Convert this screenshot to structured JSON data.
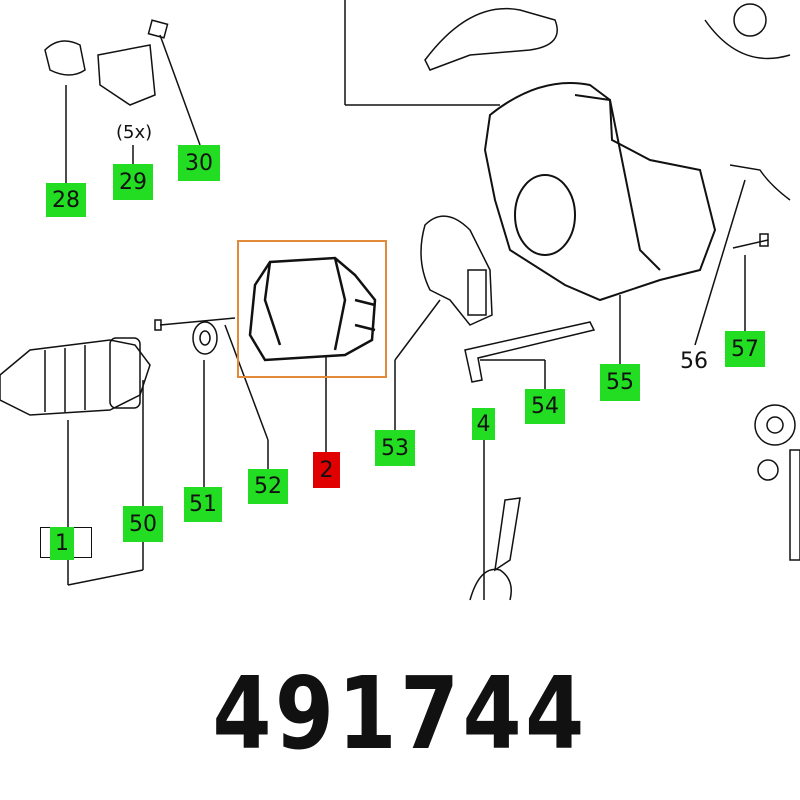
{
  "part_number": "491744",
  "labels": {
    "l28": "28",
    "l29": "29",
    "l29_qty": "(5x)",
    "l30": "30",
    "l1": "1",
    "l50": "50",
    "l51": "51",
    "l52": "52",
    "l2": "2",
    "l53": "53",
    "l4": "4",
    "l54": "54",
    "l55": "55",
    "l56": "56",
    "l57": "57"
  },
  "colors": {
    "label_bg": "#22dd22",
    "highlight_label_bg": "#e00000",
    "highlight_box": "#e08a3a"
  }
}
